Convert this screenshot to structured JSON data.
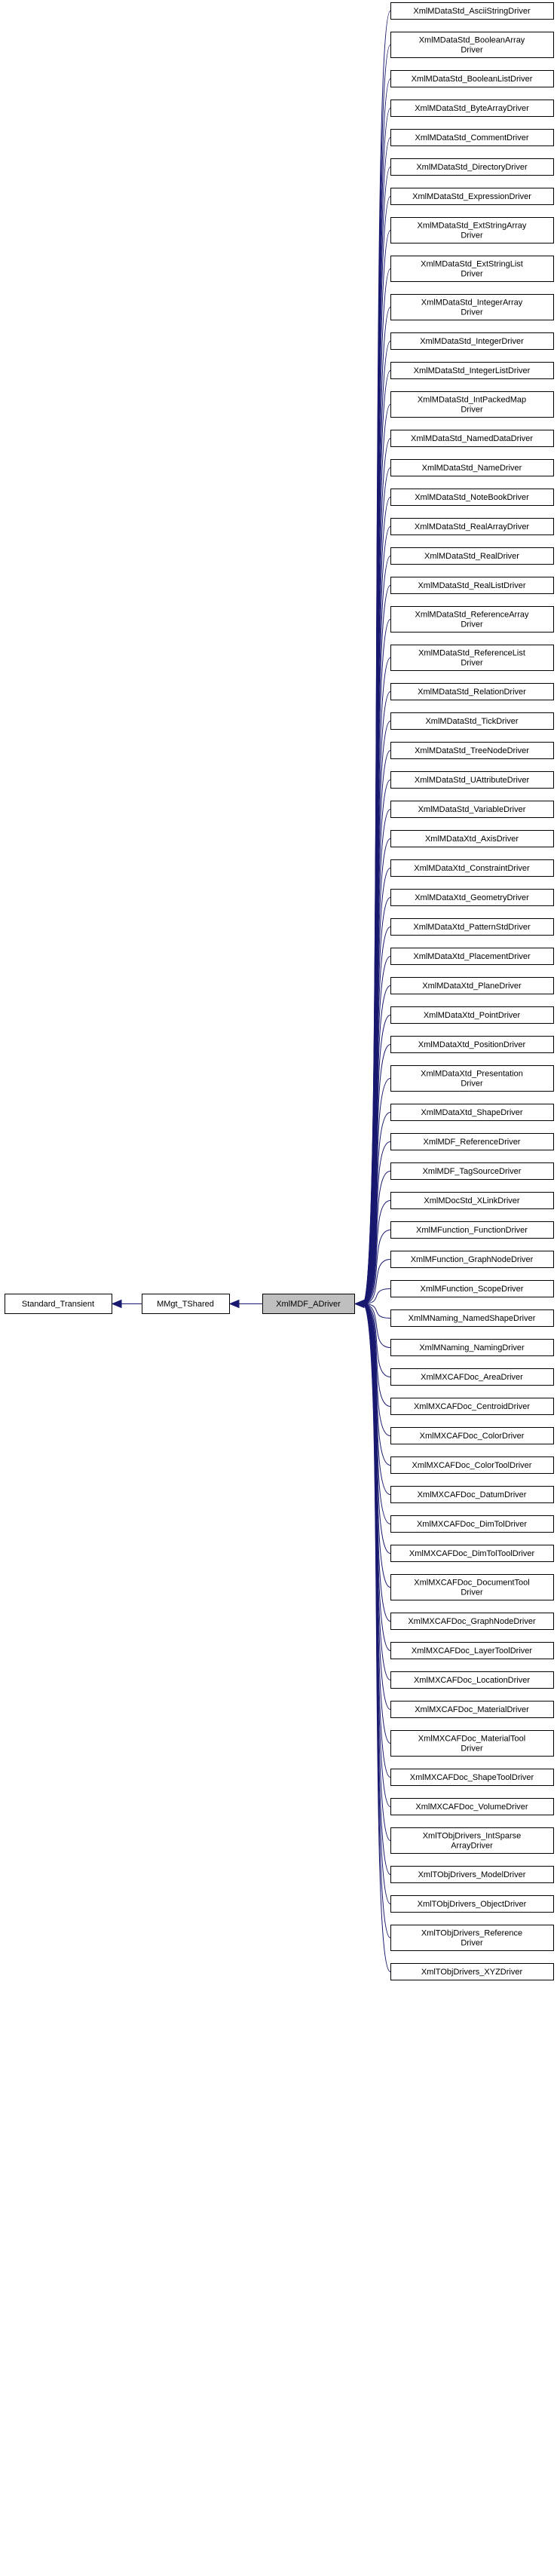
{
  "diagram": {
    "type": "inheritance-graph",
    "colors": {
      "edge": "#191970",
      "focus_fill": "#bfbfbf",
      "node_fill": "#ffffff",
      "node_border": "#000000"
    },
    "chain": [
      {
        "id": "standard-transient",
        "label": [
          "Standard_Transient"
        ]
      },
      {
        "id": "mmgt-tshared",
        "label": [
          "MMgt_TShared"
        ]
      },
      {
        "id": "xmlmdf-adriver",
        "label": [
          "XmlMDF_ADriver"
        ],
        "focus": true
      }
    ],
    "derived": [
      {
        "id": "d01",
        "label": [
          "XmlMDataStd_AsciiStringDriver"
        ]
      },
      {
        "id": "d02",
        "label": [
          "XmlMDataStd_BooleanArray",
          "Driver"
        ]
      },
      {
        "id": "d03",
        "label": [
          "XmlMDataStd_BooleanListDriver"
        ]
      },
      {
        "id": "d04",
        "label": [
          "XmlMDataStd_ByteArrayDriver"
        ]
      },
      {
        "id": "d05",
        "label": [
          "XmlMDataStd_CommentDriver"
        ]
      },
      {
        "id": "d06",
        "label": [
          "XmlMDataStd_DirectoryDriver"
        ]
      },
      {
        "id": "d07",
        "label": [
          "XmlMDataStd_ExpressionDriver"
        ]
      },
      {
        "id": "d08",
        "label": [
          "XmlMDataStd_ExtStringArray",
          "Driver"
        ]
      },
      {
        "id": "d09",
        "label": [
          "XmlMDataStd_ExtStringList",
          "Driver"
        ]
      },
      {
        "id": "d10",
        "label": [
          "XmlMDataStd_IntegerArray",
          "Driver"
        ]
      },
      {
        "id": "d11",
        "label": [
          "XmlMDataStd_IntegerDriver"
        ]
      },
      {
        "id": "d12",
        "label": [
          "XmlMDataStd_IntegerListDriver"
        ]
      },
      {
        "id": "d13",
        "label": [
          "XmlMDataStd_IntPackedMap",
          "Driver"
        ]
      },
      {
        "id": "d14",
        "label": [
          "XmlMDataStd_NamedDataDriver"
        ]
      },
      {
        "id": "d15",
        "label": [
          "XmlMDataStd_NameDriver"
        ]
      },
      {
        "id": "d16",
        "label": [
          "XmlMDataStd_NoteBookDriver"
        ]
      },
      {
        "id": "d17",
        "label": [
          "XmlMDataStd_RealArrayDriver"
        ]
      },
      {
        "id": "d18",
        "label": [
          "XmlMDataStd_RealDriver"
        ]
      },
      {
        "id": "d19",
        "label": [
          "XmlMDataStd_RealListDriver"
        ]
      },
      {
        "id": "d20",
        "label": [
          "XmlMDataStd_ReferenceArray",
          "Driver"
        ]
      },
      {
        "id": "d21",
        "label": [
          "XmlMDataStd_ReferenceList",
          "Driver"
        ]
      },
      {
        "id": "d22",
        "label": [
          "XmlMDataStd_RelationDriver"
        ]
      },
      {
        "id": "d23",
        "label": [
          "XmlMDataStd_TickDriver"
        ]
      },
      {
        "id": "d24",
        "label": [
          "XmlMDataStd_TreeNodeDriver"
        ]
      },
      {
        "id": "d25",
        "label": [
          "XmlMDataStd_UAttributeDriver"
        ]
      },
      {
        "id": "d26",
        "label": [
          "XmlMDataStd_VariableDriver"
        ]
      },
      {
        "id": "d27",
        "label": [
          "XmlMDataXtd_AxisDriver"
        ]
      },
      {
        "id": "d28",
        "label": [
          "XmlMDataXtd_ConstraintDriver"
        ]
      },
      {
        "id": "d29",
        "label": [
          "XmlMDataXtd_GeometryDriver"
        ]
      },
      {
        "id": "d30",
        "label": [
          "XmlMDataXtd_PatternStdDriver"
        ]
      },
      {
        "id": "d31",
        "label": [
          "XmlMDataXtd_PlacementDriver"
        ]
      },
      {
        "id": "d32",
        "label": [
          "XmlMDataXtd_PlaneDriver"
        ]
      },
      {
        "id": "d33",
        "label": [
          "XmlMDataXtd_PointDriver"
        ]
      },
      {
        "id": "d34",
        "label": [
          "XmlMDataXtd_PositionDriver"
        ]
      },
      {
        "id": "d35",
        "label": [
          "XmlMDataXtd_Presentation",
          "Driver"
        ]
      },
      {
        "id": "d36",
        "label": [
          "XmlMDataXtd_ShapeDriver"
        ]
      },
      {
        "id": "d37",
        "label": [
          "XmlMDF_ReferenceDriver"
        ]
      },
      {
        "id": "d38",
        "label": [
          "XmlMDF_TagSourceDriver"
        ]
      },
      {
        "id": "d39",
        "label": [
          "XmlMDocStd_XLinkDriver"
        ]
      },
      {
        "id": "d40",
        "label": [
          "XmlMFunction_FunctionDriver"
        ]
      },
      {
        "id": "d41",
        "label": [
          "XmlMFunction_GraphNodeDriver"
        ]
      },
      {
        "id": "d42",
        "label": [
          "XmlMFunction_ScopeDriver"
        ]
      },
      {
        "id": "d43",
        "label": [
          "XmlMNaming_NamedShapeDriver"
        ]
      },
      {
        "id": "d44",
        "label": [
          "XmlMNaming_NamingDriver"
        ]
      },
      {
        "id": "d45",
        "label": [
          "XmlMXCAFDoc_AreaDriver"
        ]
      },
      {
        "id": "d46",
        "label": [
          "XmlMXCAFDoc_CentroidDriver"
        ]
      },
      {
        "id": "d47",
        "label": [
          "XmlMXCAFDoc_ColorDriver"
        ]
      },
      {
        "id": "d48",
        "label": [
          "XmlMXCAFDoc_ColorToolDriver"
        ]
      },
      {
        "id": "d49",
        "label": [
          "XmlMXCAFDoc_DatumDriver"
        ]
      },
      {
        "id": "d50",
        "label": [
          "XmlMXCAFDoc_DimTolDriver"
        ]
      },
      {
        "id": "d51",
        "label": [
          "XmlMXCAFDoc_DimTolToolDriver"
        ]
      },
      {
        "id": "d52",
        "label": [
          "XmlMXCAFDoc_DocumentTool",
          "Driver"
        ]
      },
      {
        "id": "d53",
        "label": [
          "XmlMXCAFDoc_GraphNodeDriver"
        ]
      },
      {
        "id": "d54",
        "label": [
          "XmlMXCAFDoc_LayerToolDriver"
        ]
      },
      {
        "id": "d55",
        "label": [
          "XmlMXCAFDoc_LocationDriver"
        ]
      },
      {
        "id": "d56",
        "label": [
          "XmlMXCAFDoc_MaterialDriver"
        ]
      },
      {
        "id": "d57",
        "label": [
          "XmlMXCAFDoc_MaterialTool",
          "Driver"
        ]
      },
      {
        "id": "d58",
        "label": [
          "XmlMXCAFDoc_ShapeToolDriver"
        ]
      },
      {
        "id": "d59",
        "label": [
          "XmlMXCAFDoc_VolumeDriver"
        ]
      },
      {
        "id": "d60",
        "label": [
          "XmlTObjDrivers_IntSparse",
          "ArrayDriver"
        ]
      },
      {
        "id": "d61",
        "label": [
          "XmlTObjDrivers_ModelDriver"
        ]
      },
      {
        "id": "d62",
        "label": [
          "XmlTObjDrivers_ObjectDriver"
        ]
      },
      {
        "id": "d63",
        "label": [
          "XmlTObjDrivers_Reference",
          "Driver"
        ]
      },
      {
        "id": "d64",
        "label": [
          "XmlTObjDrivers_XYZDriver"
        ]
      }
    ]
  }
}
